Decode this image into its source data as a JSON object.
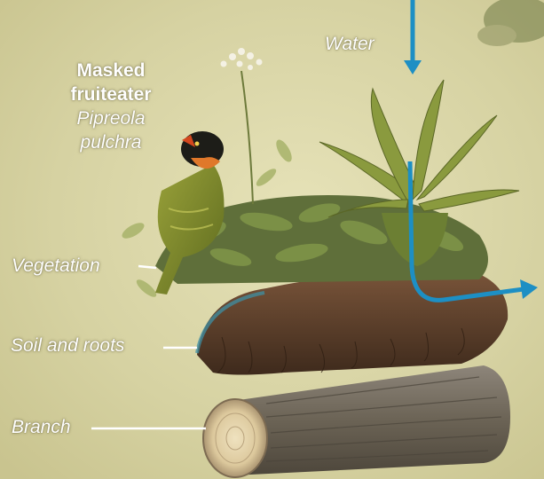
{
  "species": {
    "common_name_line1": "Masked",
    "common_name_line2": "fruiteater",
    "scientific_line1": "Pipreola",
    "scientific_line2": "pulchra"
  },
  "labels": {
    "water": "Water",
    "vegetation": "Vegetation",
    "soil": "Soil and roots",
    "branch": "Branch"
  },
  "colors": {
    "background": "#d9d5a6",
    "water_arrow": "#1d8fc4",
    "label_text": "#ffffff",
    "branch_bark": "#6f6658",
    "soil": "#5c3f2a",
    "bird_green": "#7d8a2c",
    "bird_mask": "#1d1d18",
    "bird_throat": "#e0782a",
    "bird_beak": "#d3471e"
  }
}
